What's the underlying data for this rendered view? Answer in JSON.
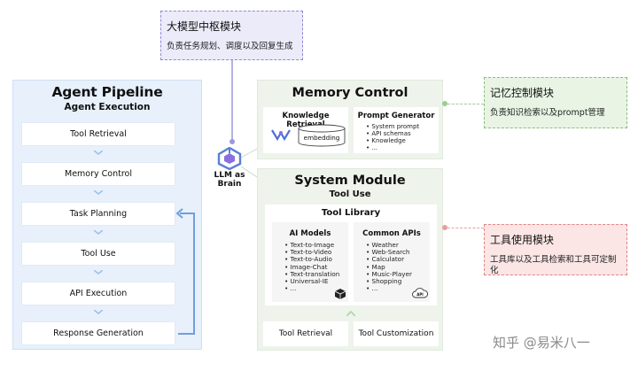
{
  "annotations": {
    "llm_hub": {
      "title": "大模型中枢模块",
      "body": "负责任务规划、调度以及回复生成"
    },
    "memory": {
      "title": "记忆控制模块",
      "body": "负责知识检索以及prompt管理"
    },
    "tools": {
      "title": "工具使用模块",
      "body": "工具库以及工具检索和工具可定制化"
    }
  },
  "pipeline": {
    "title": "Agent Pipeline",
    "subtitle": "Agent Execution",
    "steps": [
      "Tool Retrieval",
      "Memory Control",
      "Task Planning",
      "Tool Use",
      "API Execution",
      "Response Generation"
    ]
  },
  "brain": {
    "label_line1": "LLM as",
    "label_line2": "Brain"
  },
  "memory_control": {
    "title": "Memory Control",
    "knowledge_retrieval": {
      "title": "Knowledge Retrieval",
      "db_label": "embedding"
    },
    "prompt_generator": {
      "title": "Prompt Generator",
      "items": [
        "System prompt",
        "API schemas",
        "Knowledge",
        "..."
      ]
    }
  },
  "system_module": {
    "title": "System Module",
    "subtitle": "Tool Use",
    "tool_library": {
      "title": "Tool Library",
      "ai_models": {
        "title": "AI Models",
        "items": [
          "Text-to-Image",
          "Text-to-Video",
          "Text-to-Audio",
          "Image-Chat",
          "Text-translation",
          "Universal-IE",
          "..."
        ]
      },
      "common_apis": {
        "title": "Common APIs",
        "items": [
          "Weather",
          "Web-Search",
          "Calculator",
          "Map",
          "Music-Player",
          "Shopping",
          "..."
        ],
        "icon_label": "API"
      }
    },
    "buttons": {
      "retrieval": "Tool Retrieval",
      "customization": "Tool Customization"
    }
  },
  "watermark": "知乎 @易米八一",
  "colors": {
    "pipeline_bg": "#e7f0fb",
    "module_bg": "#eef4ec",
    "purple": "#8e8ad6",
    "green": "#87c07a",
    "red": "#e08585",
    "arrow_blue": "#6f9fdc"
  }
}
